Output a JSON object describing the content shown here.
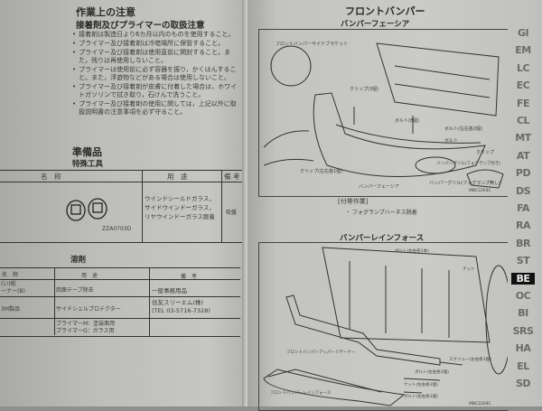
{
  "left_page": {
    "section_title": "作業上の注意",
    "subsection_title": "接着剤及びプライマーの取扱注意",
    "bullets": [
      "接着剤は製造日より6カ月以内のものを使用すること。",
      "プライマー及び接着剤は冷暗場所に保管すること。",
      "プライマー及び接着剤は使用直前に開封すること。また，残りは再使用しないこと。",
      "プライマーは使用前に必ず容器を振り，かくはんすること。また，浮遊物などがある場合は使用しないこと。",
      "プライマー及び接着剤が皮膚に付着した場合は，ホワイトガソリンで拭き取り，石けんで洗うこと。",
      "プライマー及び接着剤の使用に関しては，上記以外に取扱説明書の注意事項を必ず守ること。"
    ],
    "prep_title": "準備品",
    "special_tools_title": "特殊工具",
    "tools_table": {
      "headers": [
        "名　称",
        "用　途",
        "備 考"
      ],
      "rows": [
        {
          "tool_code": "ZZA0703D",
          "usage": "ウインドシールドガラス，サイドウインドーガラス，リヤウインドーガラス脱着",
          "note": "吸盤"
        }
      ]
    },
    "solvent_title": "溶剤",
    "solvent_table": {
      "headers": [
        "名　称",
        "用　途",
        "備　考"
      ],
      "rows": [
        {
          "name": "(い)紙\nーナー(B)",
          "usage": "両面テープ除去",
          "note": "一般事務用品"
        },
        {
          "name": "3M製品",
          "usage": "サイドシェルプロテクター",
          "note": "住友スリーエム(株)\n(TEL 03-5716-7328)"
        },
        {
          "name": "",
          "usage": "プライマーM：塗装面用\nプライマーG：ガラス用",
          "note": ""
        }
      ]
    }
  },
  "right_page": {
    "title": "フロントバンパー",
    "fascia_title": "バンパーフェーシア",
    "fascia_diagram": {
      "labels": [
        "フロントバンパーサイドブラケット",
        "クリップ(3個)",
        "ボルト(8個)",
        "ボルト(左右各2個)",
        "ボルト",
        "クリップ",
        "クリップ(左右各1個)",
        "バンパーフェーシア",
        "バンパーグリル(フォグランプ無し)",
        "バンパーグリル(フォグランプ付き)"
      ],
      "figure_code": "MBC2203C"
    },
    "attached_work_title": "[付帯作業]",
    "attached_work_items": [
      "フォグランプハーネス脱着"
    ],
    "reinforce_title": "バンパーレインフォース",
    "reinforce_diagram": {
      "labels": [
        "ボルト(左右各1本)",
        "ナット",
        "スクリュー(左右各1個)",
        "フロントバンパーアッパーリテーナー",
        "ボルト(左右各2個)",
        "ナット(左右各1個)",
        "ボルト(左右各1個)",
        "フロントバンパーレインフォース"
      ],
      "figure_code": "MBC2204C"
    }
  },
  "index_tabs": {
    "items": [
      "GI",
      "EM",
      "LC",
      "EC",
      "FE",
      "CL",
      "MT",
      "AT",
      "PD",
      "DS",
      "FA",
      "RA",
      "BR",
      "ST",
      "BE",
      "OC",
      "BI",
      "SRS",
      "HA",
      "EL",
      "SD"
    ],
    "active": "BE"
  },
  "colors": {
    "paper": "#c6c6c3",
    "ink": "#2a2a2a",
    "active_tab": "#111111"
  }
}
